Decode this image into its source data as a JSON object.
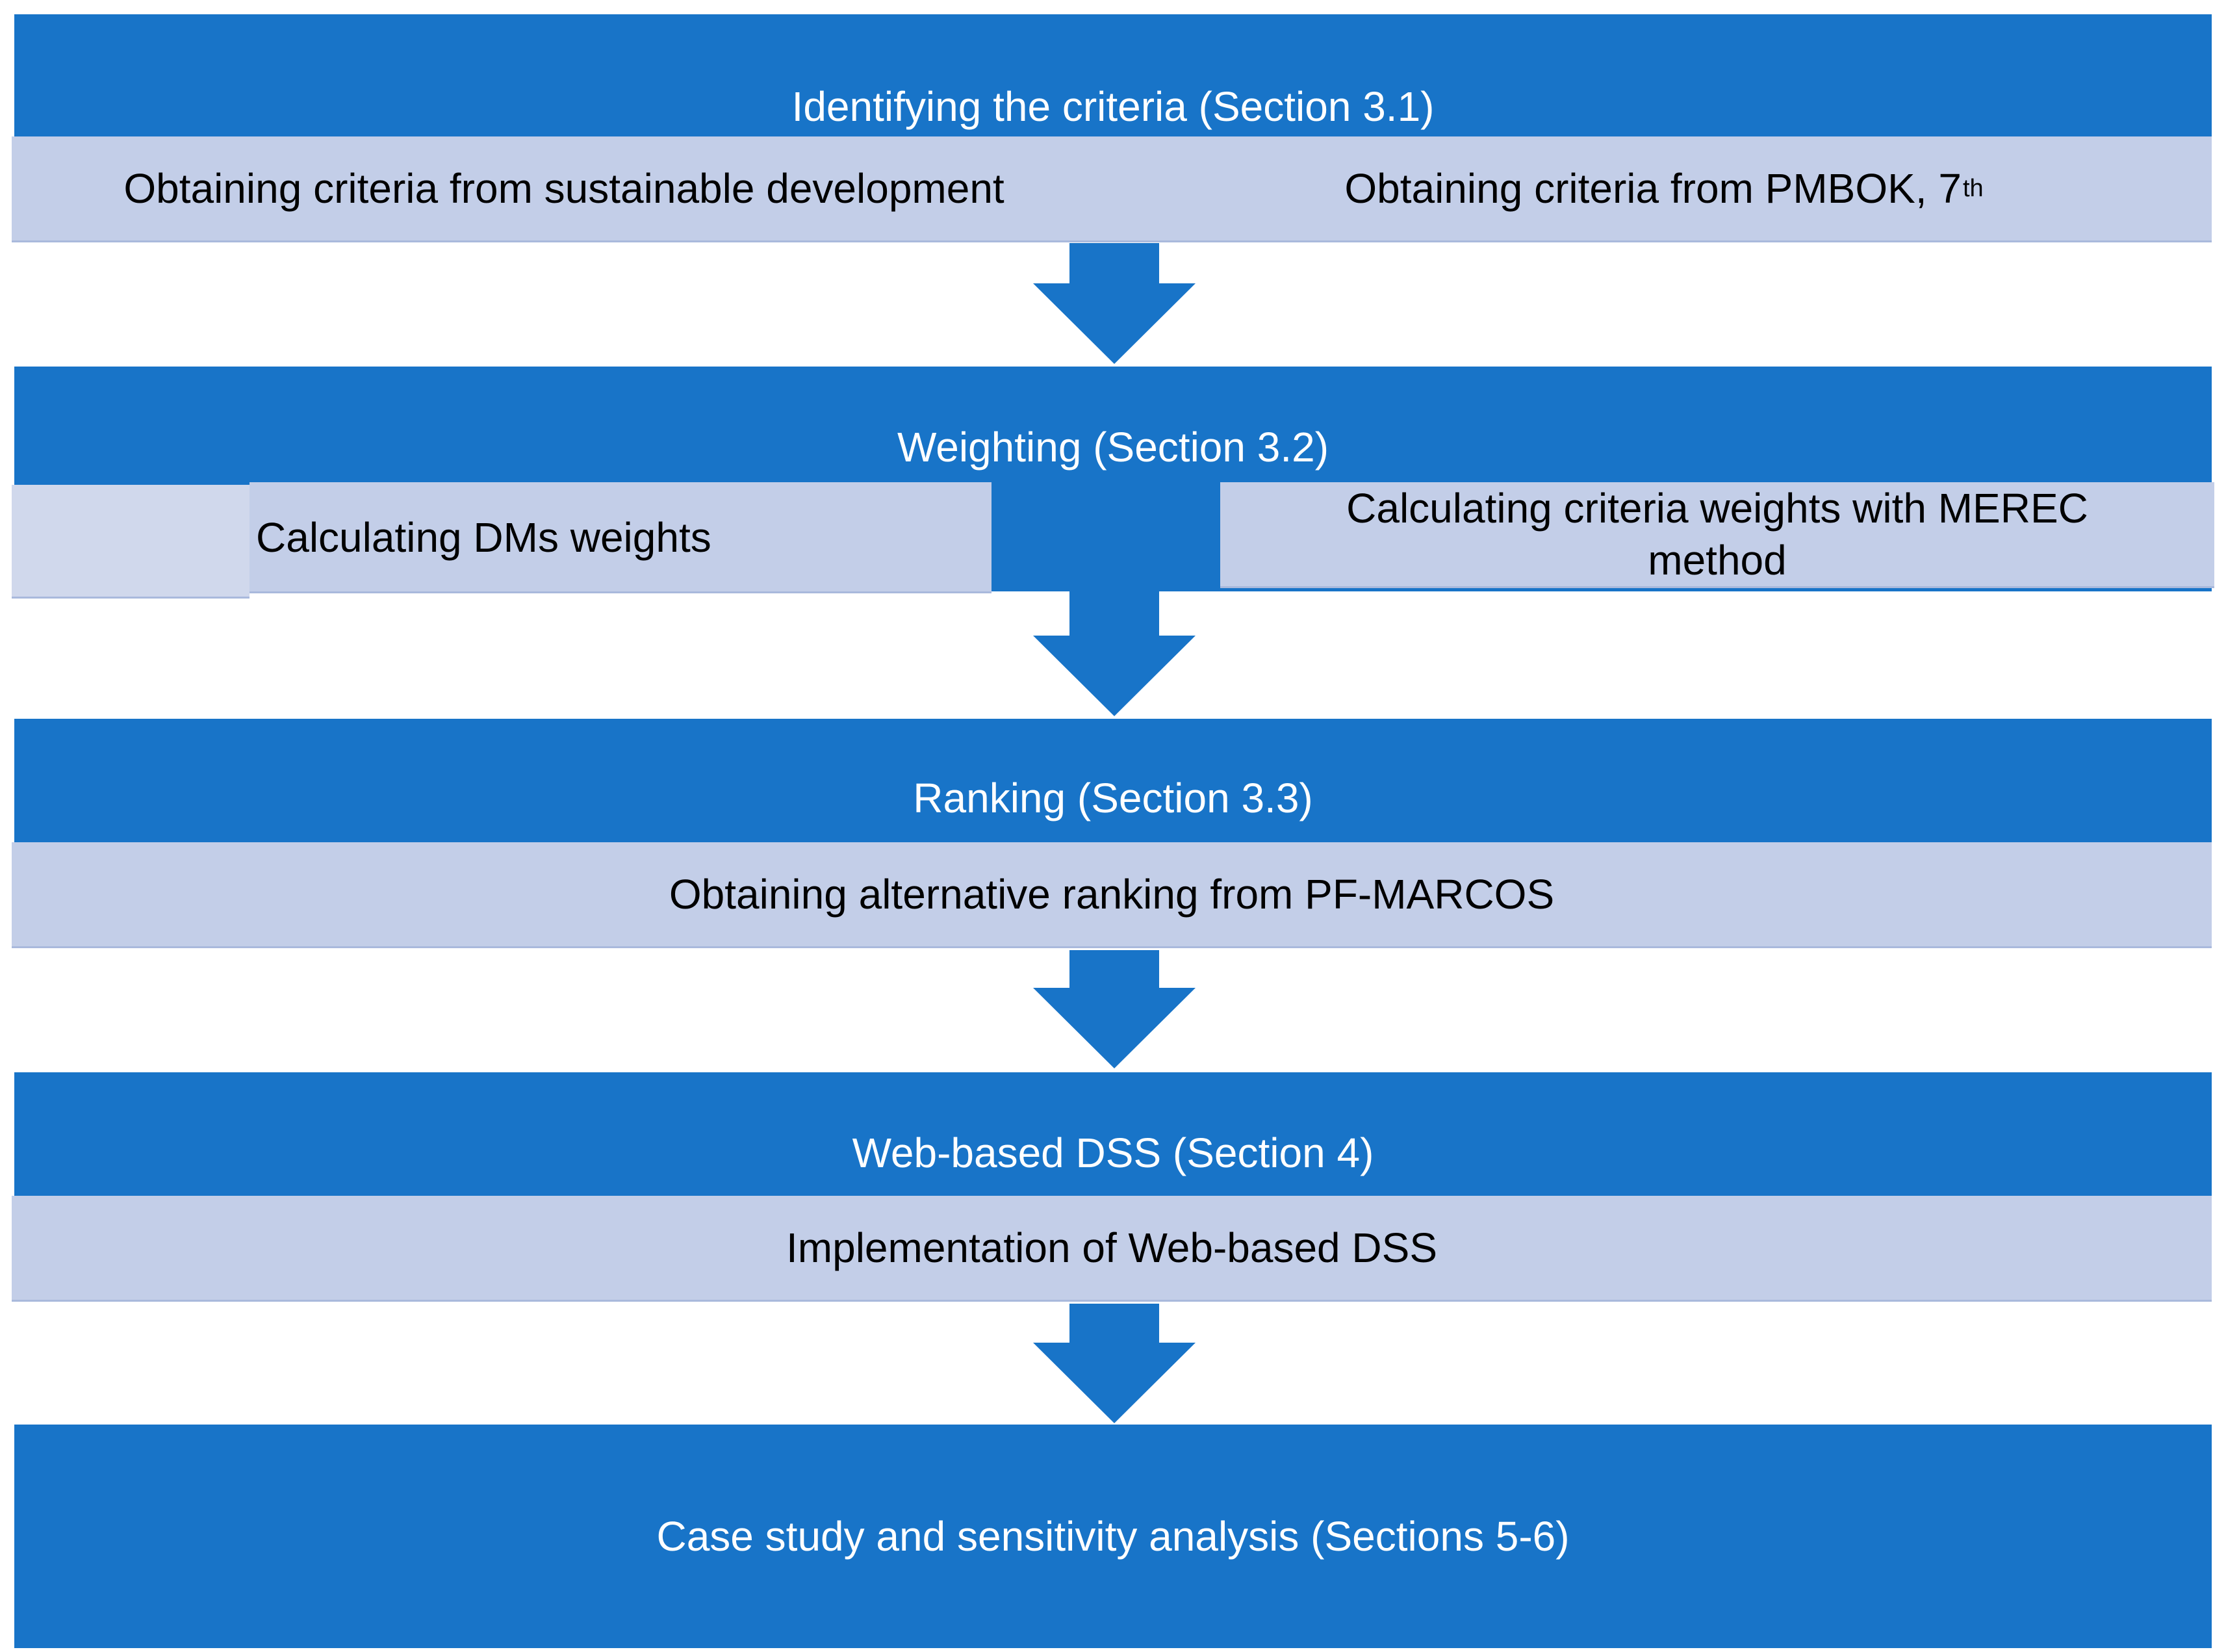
{
  "stages": [
    {
      "title": "Identifying the criteria (Section 3.1)",
      "items": [
        "Obtaining criteria from sustainable development",
        {
          "text": "Obtaining criteria from PMBOK, 7",
          "sup": "th"
        }
      ]
    },
    {
      "title": "Weighting (Section 3.2)",
      "items": [
        "Calculating DMs weights",
        "Calculating criteria weights with MEREC method"
      ]
    },
    {
      "title": "Ranking (Section 3.3)",
      "items": [
        "Obtaining alternative ranking from PF-MARCOS"
      ]
    },
    {
      "title": "Web-based DSS (Section 4)",
      "items": [
        "Implementation of Web-based DSS"
      ]
    },
    {
      "title": "Case study and sensitivity analysis (Sections 5-6)",
      "items": []
    }
  ],
  "colors": {
    "stage_fill": "#1874c8",
    "sub_fill": "#c3cee8",
    "stage_text": "#ffffff",
    "sub_text": "#000000"
  }
}
